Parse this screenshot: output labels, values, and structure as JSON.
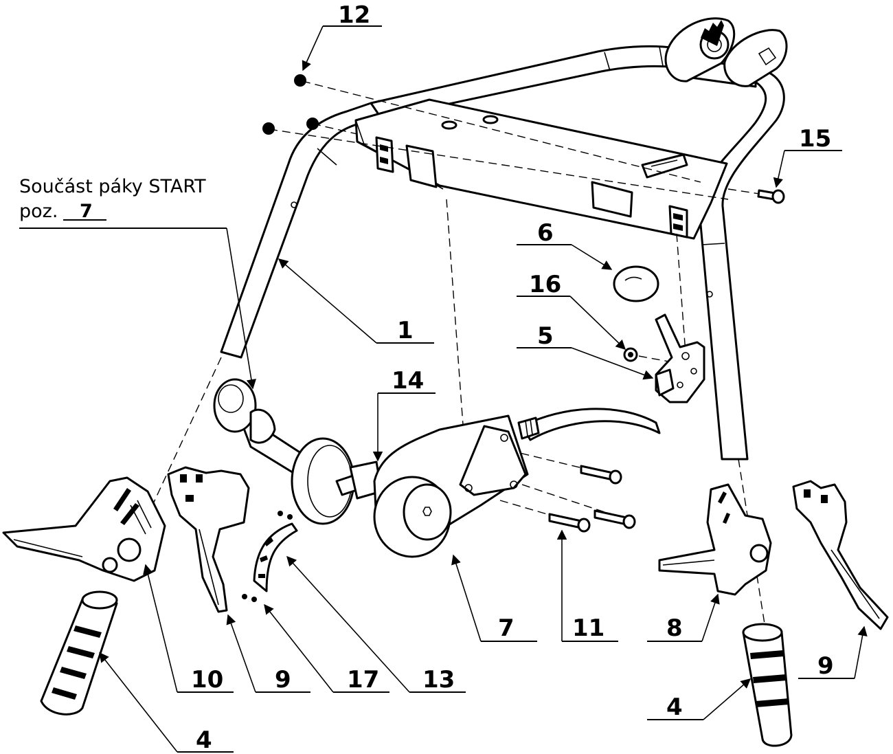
{
  "note": {
    "line1": "Součást páky START",
    "line2_prefix": "poz.",
    "line2_ref": "7"
  },
  "callouts": {
    "c1": "1",
    "c4a": "4",
    "c4b": "4",
    "c5": "5",
    "c6": "6",
    "c7": "7",
    "c8": "8",
    "c9a": "9",
    "c9b": "9",
    "c10": "10",
    "c11": "11",
    "c12": "12",
    "c13": "13",
    "c14": "14",
    "c15": "15",
    "c16": "16",
    "c17": "17"
  },
  "colors": {
    "line": "#000000",
    "background": "#ffffff"
  }
}
